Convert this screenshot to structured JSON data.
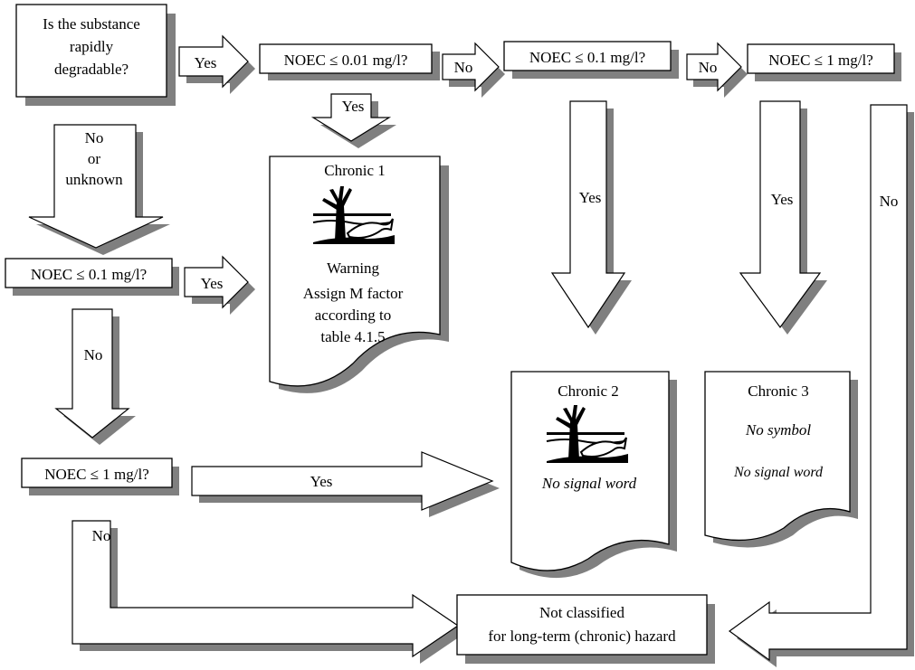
{
  "start": {
    "line1": "Is the substance",
    "line2": "rapidly",
    "line3": "degradable?"
  },
  "q_rd_001": "NOEC ≤ 0.01 mg/l?",
  "q_rd_01": "NOEC ≤ 0.1 mg/l?",
  "q_rd_1": "NOEC ≤ 1 mg/l?",
  "q_nrd_01": "NOEC ≤ 0.1 mg/l?",
  "q_nrd_1": "NOEC ≤ 1 mg/l?",
  "labels": {
    "yes": "Yes",
    "no": "No",
    "no_or_unknown": {
      "line1": "No",
      "line2": "or",
      "line3": "unknown"
    }
  },
  "chronic1": {
    "title": "Chronic 1",
    "line1": "Warning",
    "line2": "Assign M factor",
    "line3": "according to",
    "line4": "table 4.1.5",
    "icon": "environment-hazard-pictogram"
  },
  "chronic2": {
    "title": "Chronic 2",
    "signal": "No signal word",
    "icon": "environment-hazard-pictogram"
  },
  "chronic3": {
    "title": "Chronic 3",
    "symbol": "No symbol",
    "signal": "No signal word"
  },
  "not_classified": {
    "line1": "Not classified",
    "line2": "for long-term (chronic) hazard"
  }
}
